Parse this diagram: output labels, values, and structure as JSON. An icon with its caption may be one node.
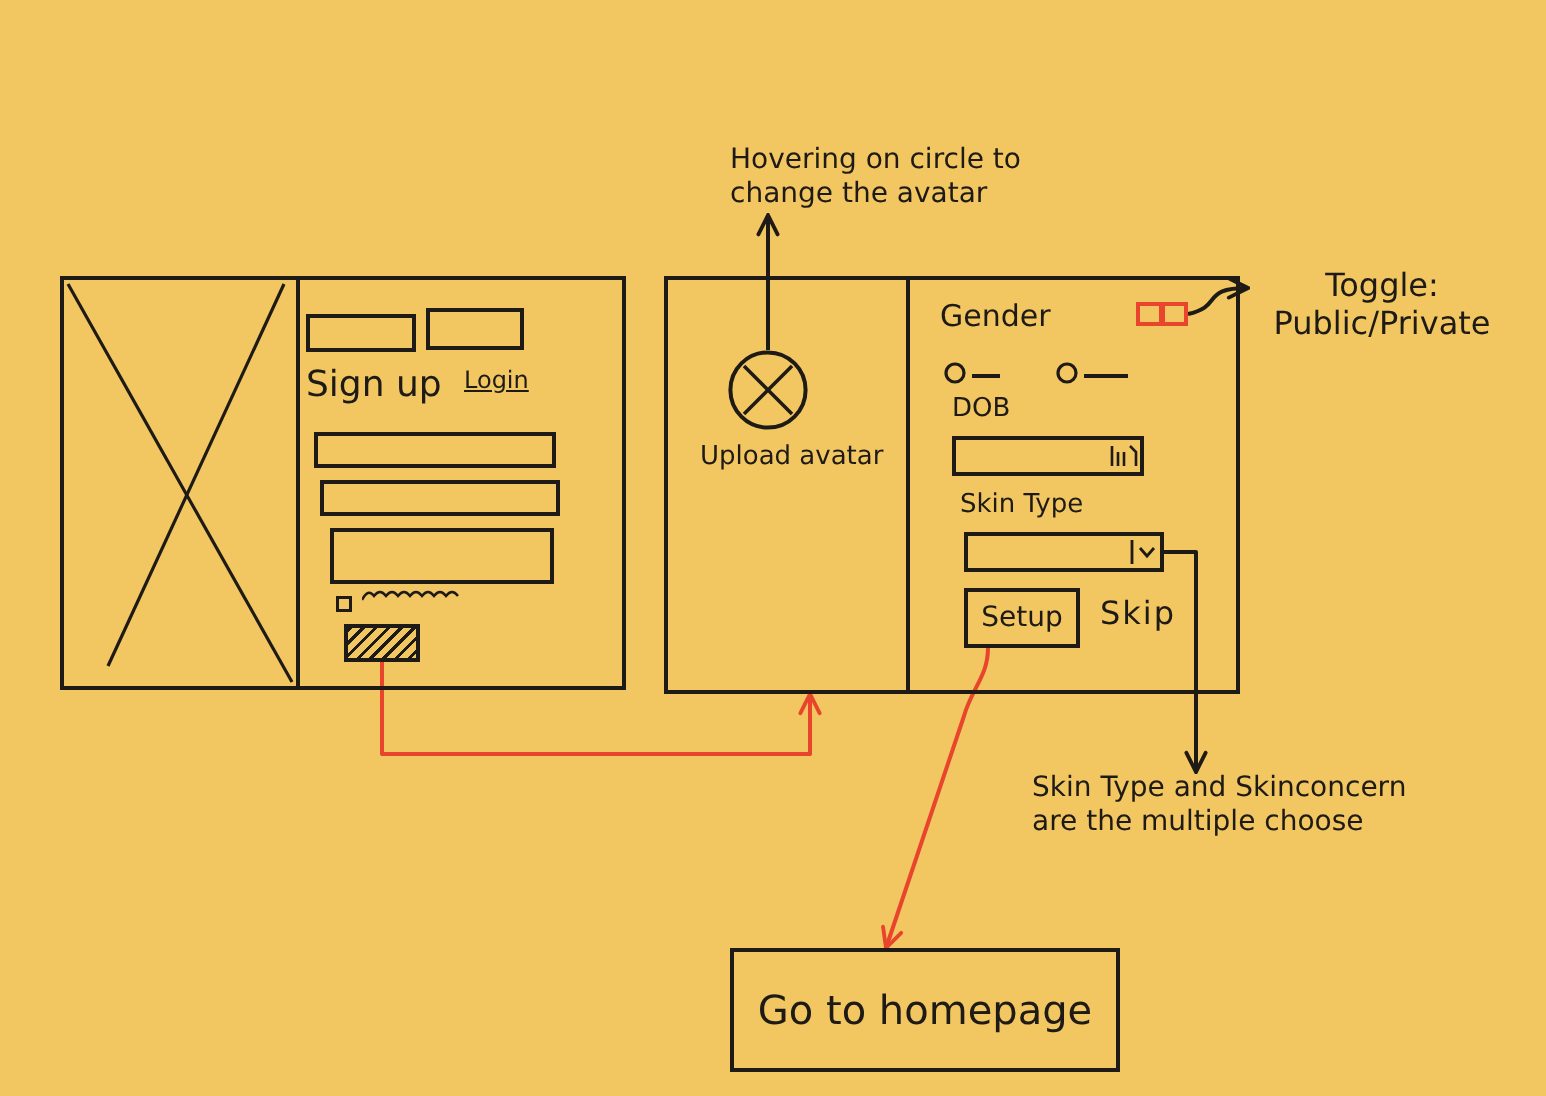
{
  "diagram": {
    "nodes": [
      {
        "text": [
          "Hovering on circle to change the avatar"
        ]
      },
      {
        "text": [
          "Sign up",
          "Login"
        ]
      },
      {
        "text": [],
        "shape": "box",
        "in": 1
      },
      {
        "text": [],
        "shape": "box",
        "in": 1
      },
      {
        "text": [],
        "shape": "box",
        "in": 1
      },
      {
        "text": [
          "Gender",
          "Skip"
        ]
      },
      {
        "text": [],
        "shape": "circle",
        "in": 5,
        "beside": [
          "Upload avatar"
        ]
      },
      {
        "text": [],
        "shape": "box",
        "in": 5
      },
      {
        "text": [],
        "shape": "box",
        "in": 5,
        "beside": [
          "DOB"
        ]
      },
      {
        "text": [],
        "shape": "box",
        "in": 5,
        "beside": [
          "Skin Type"
        ]
      },
      {
        "text": [
          "Setup"
        ],
        "in": 5
      },
      {
        "text": [
          "Toggle: Public/Private"
        ]
      },
      {
        "text": [
          "Skin Type and Skinconcern are the multiple choose"
        ]
      },
      {
        "text": [
          "Go to homepage"
        ]
      }
    ],
    "edges": [
      {
        "from": 6,
        "to": 0,
        "arrow": "to"
      },
      {
        "from": 7,
        "to": 11,
        "arrow": "to"
      },
      {
        "from": 4,
        "to": 5,
        "arrow": "to",
        "color": "#e8452c"
      },
      {
        "from": 9,
        "to": 12,
        "arrow": "to"
      },
      {
        "from": 10,
        "to": 13,
        "arrow": "to",
        "color": "#e8452c"
      }
    ]
  }
}
